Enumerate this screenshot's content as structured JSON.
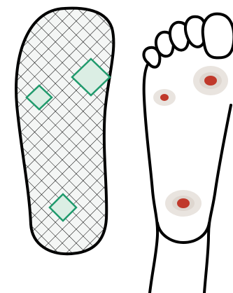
{
  "colors": {
    "outline": "#000000",
    "insole_fill": "#f4f6f5",
    "pad_fill": "#dbeee4",
    "pad_stroke": "#1f9a6c",
    "skin": "#ffffff",
    "lesion_halo": "#e9e4df",
    "lesion_core": "#c0392b"
  },
  "illustration": {
    "insole": {
      "pattern": "crosshatch-grid",
      "pads": 3
    },
    "foot": {
      "view": "plantar",
      "lesions": 3
    }
  }
}
